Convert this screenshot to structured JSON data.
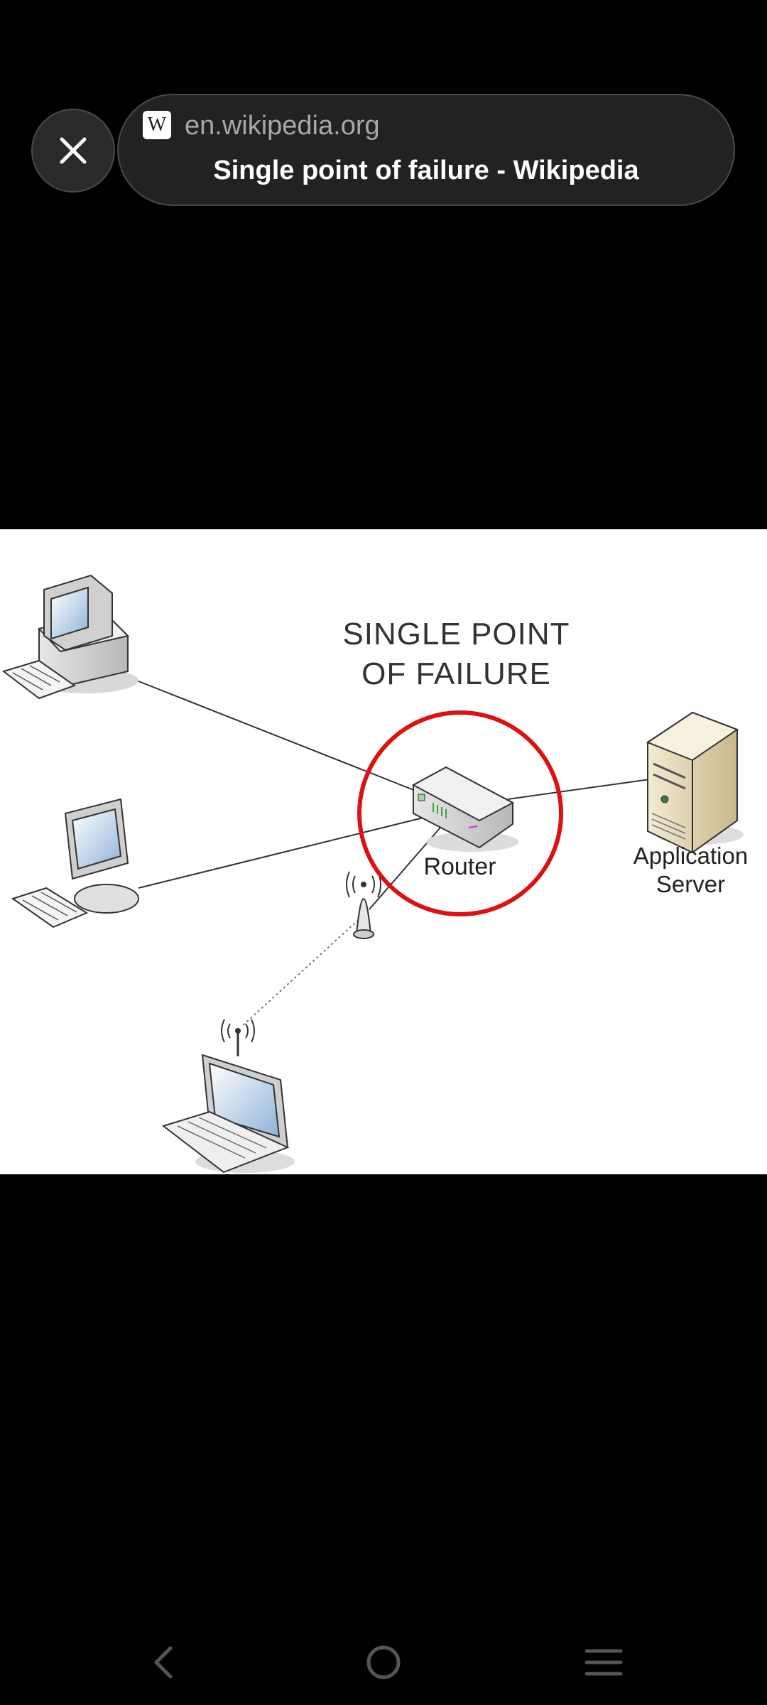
{
  "header": {
    "close_icon": "close-icon",
    "favicon_glyph": "W",
    "domain": "en.wikipedia.org",
    "title": "Single point of failure - Wikipedia"
  },
  "diagram": {
    "title_line1": "SINGLE POINT",
    "title_line2": "OF FAILURE",
    "router_label": "Router",
    "server_label_line1": "Application",
    "server_label_line2": "Server",
    "highlight_color": "#dd1111"
  },
  "nav": {
    "back_icon": "back-icon",
    "home_icon": "home-icon",
    "recents_icon": "recents-icon"
  }
}
